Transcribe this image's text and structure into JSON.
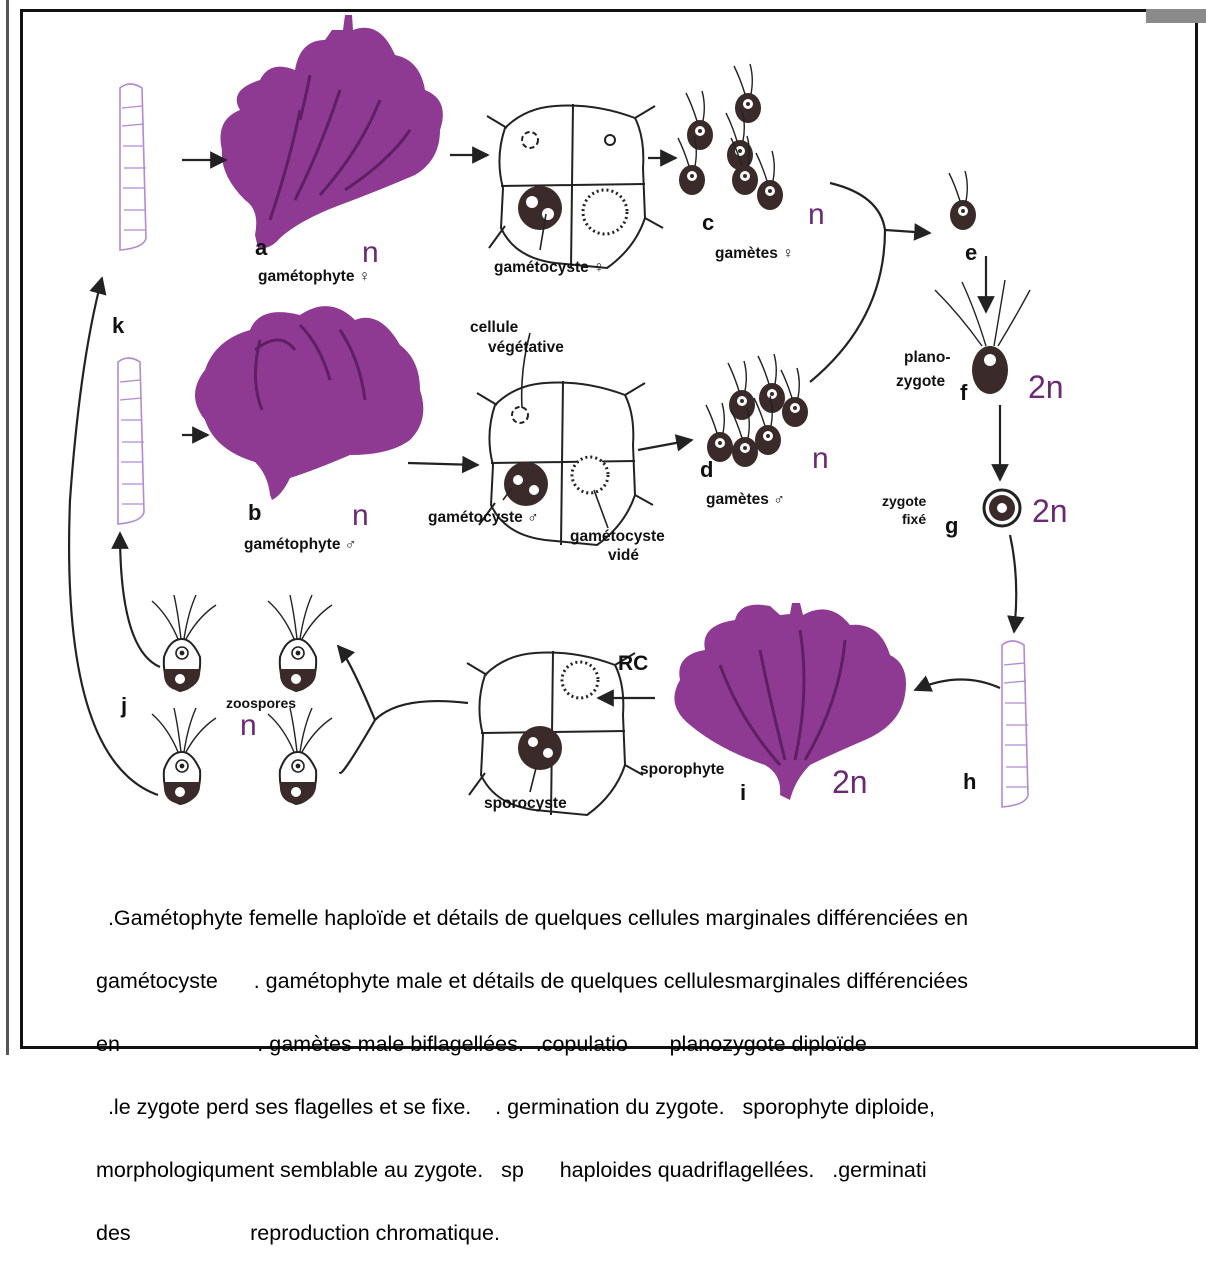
{
  "labels": {
    "a": "a",
    "b": "b",
    "c": "c",
    "d": "d",
    "e": "e",
    "f": "f",
    "g": "g",
    "h": "h",
    "i": "i",
    "j": "j",
    "k": "k",
    "gametophyte_f": "gamétophyte ♀",
    "gametophyte_m": "gamétophyte ♂",
    "gametocyste_f": "gamétocyste ♀",
    "gametocyste_m": "gamétocyste ♂",
    "gametocyste_vide_1": "gamétocyste",
    "gametocyste_vide_2": "vidé",
    "cellule_1": "cellule",
    "cellule_2": "végétative",
    "gametes_f": "gamètes ♀",
    "gametes_m": "gamètes ♂",
    "planozygote_1": "plano-",
    "planozygote_2": "zygote",
    "zygote_fixe_1": "zygote",
    "zygote_fixe_2": "fixé",
    "sporophyte": "sporophyte",
    "sporocyste": "sporocyste",
    "zoospores": "zoospores",
    "rc": "RC"
  },
  "ploidy": {
    "a": "n",
    "b": "n",
    "c": "n",
    "d": "n",
    "j": "n",
    "f": "2n",
    "g": "2n",
    "i": "2n"
  },
  "caption": {
    "line1": "  .Gamétophyte femelle haploïde et détails de quelques cellules marginales différenciées en",
    "line2": "gamétocyste      . gamétophyte male et détails de quelques cellulesmarginales différenciées",
    "line3": "en                       . gamètes male biflagellées.  .copulatio       planozygote diploïde",
    "line4": "  .le zygote perd ses flagelles et se fixe.    . germination du zygote.   sporophyte diploide,",
    "line5": "morphologiqument semblable au zygote.   sp      haploides quadriflagellées.   .germinati",
    "line6": "des                    reproduction chromatique."
  },
  "colors": {
    "thallus": "#8e3a93",
    "thallus_dark": "#5e1f63",
    "ploidy": "#6b2a74",
    "filament": "#b38ad0"
  },
  "icons": [
    "arrow",
    "female-symbol",
    "male-symbol"
  ]
}
